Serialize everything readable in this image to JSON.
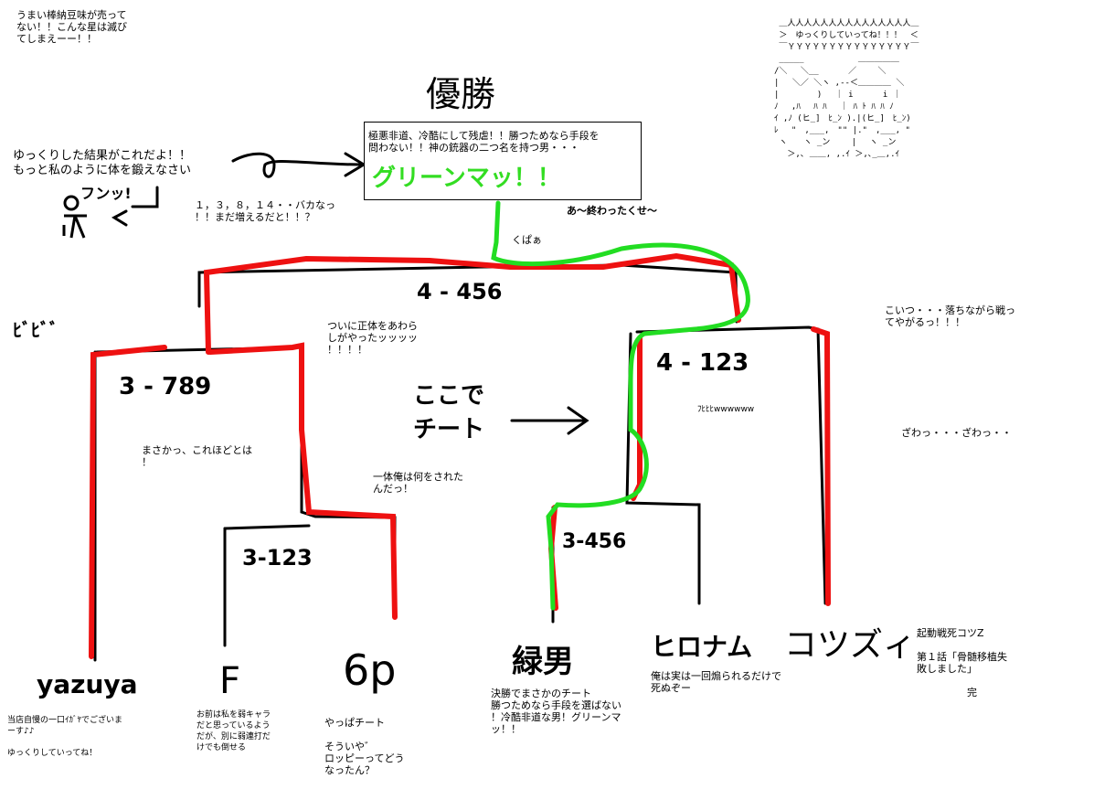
{
  "title": "優勝",
  "top_left_note": "うまい棒納豆味が売って\nない！！こんな星は滅び\nてしまえーー！！",
  "champion_box": {
    "desc": "極悪非道、冷酷にして残虐！！勝つためなら手段を\n問わない！！神の銃器の二つ名を持つ男・・・",
    "name": "グリーンマッ！！"
  },
  "left_speech": "ゆっくりした結果がこれだよ！！\nもっと私のように体を鍛えなさい",
  "left_sfx": "フンッ!",
  "numbers_note": "１，３，８，１４・・バカなっ\n！！まだ増えるだと！！？",
  "ending_note": "あ〜終わったくせ〜",
  "kupa": "くぱぁ",
  "final_score": "4 - 456",
  "semi_left_score": "3 - 789",
  "semi_right_score": "4 - 123",
  "qf_left_score": "3-123",
  "qf_right_score": "3-456",
  "left_side_label": "ﾋﾞﾋﾞﾞ",
  "reveal_note": "ついに正体をあわら\nしがやったッッッッ\n！！！！",
  "cheat_label_line1": "ここで",
  "cheat_label_line2": "チート",
  "surprise_note": "まさかっ、これほどとは\n！",
  "what_note": "一体俺は何をされた\nんだっ！",
  "laugh": "ﾌﾋﾋﾋwwwwww",
  "falling_note": "こいつ・・・落ちながら戦っ\nてやがるっ！！！",
  "zawa": "ざわっ・・・ざわっ・・",
  "aa_text": "　 ＿人人人人人人人人人人人人人人人＿\n　 ＞　ゆっくりしていってね！！！　＜\n　 ￣ＹＹＹＹＹＹＹＹＹＹＹＹＹＹＹ￣\n　 _____　　　　　　 ＿＿＿＿＿\n　/＼　 ＼__　　　 ／　　 ＼\n　|　 ＼／ ＼ヽ ,-‐＜＿＿＿＿ ＼\n　|　　　　 )　 ｜ i　　　 i ｜\n　ﾉ　 ,ﾊ　 ﾊ ﾊ　 ｜ ﾊ ﾄ ﾊ ﾊ ﾉ\n　ｲ ,ﾉ (ヒ_]　ﾋ_ﾝ ).|(ヒ_]　ﾋ_ﾝ)\n　ﾚ　 \"　,___,　\"\" |.\"　,___, \"\n　 ヽ　　ヽ _ン　　 | 　ヽ _ン\n　　 ＞,､ ＿＿, ,.ｲ ＞,､_＿,.ｲ",
  "players": [
    {
      "name": "yazuya",
      "note": "当店自慢の一口ｲｶﾞﾔでございま\nーす♪♪\n\nゆっくりしていってね！"
    },
    {
      "name": "F",
      "note": "お前は私を弱キャラ\nだと思っているよう\nだが、別に弱連打だ\nけでも倒せる"
    },
    {
      "name": "6p",
      "note": "やっぱチート\n\nそういや゛\nロッピーってどう\nなったん？"
    },
    {
      "name": "緑男",
      "note": "決勝でまさかのチート\n勝つためなら手段を選ばない\n！冷酷非道な男！グリーンマ\nッ！！"
    },
    {
      "name": "ヒロナム",
      "note": "俺は実は一回煽られるだけで\n死ぬぞー"
    },
    {
      "name": "コツズィ",
      "note": "起動戦死コツZ\n\n第１話「骨髄移植失\n敗しました」\n\n　　　　　完"
    }
  ],
  "colors": {
    "loser_path": "#ee1111",
    "winner_path": "#22dd22",
    "bracket": "#000000",
    "champion": "#33dd22"
  }
}
